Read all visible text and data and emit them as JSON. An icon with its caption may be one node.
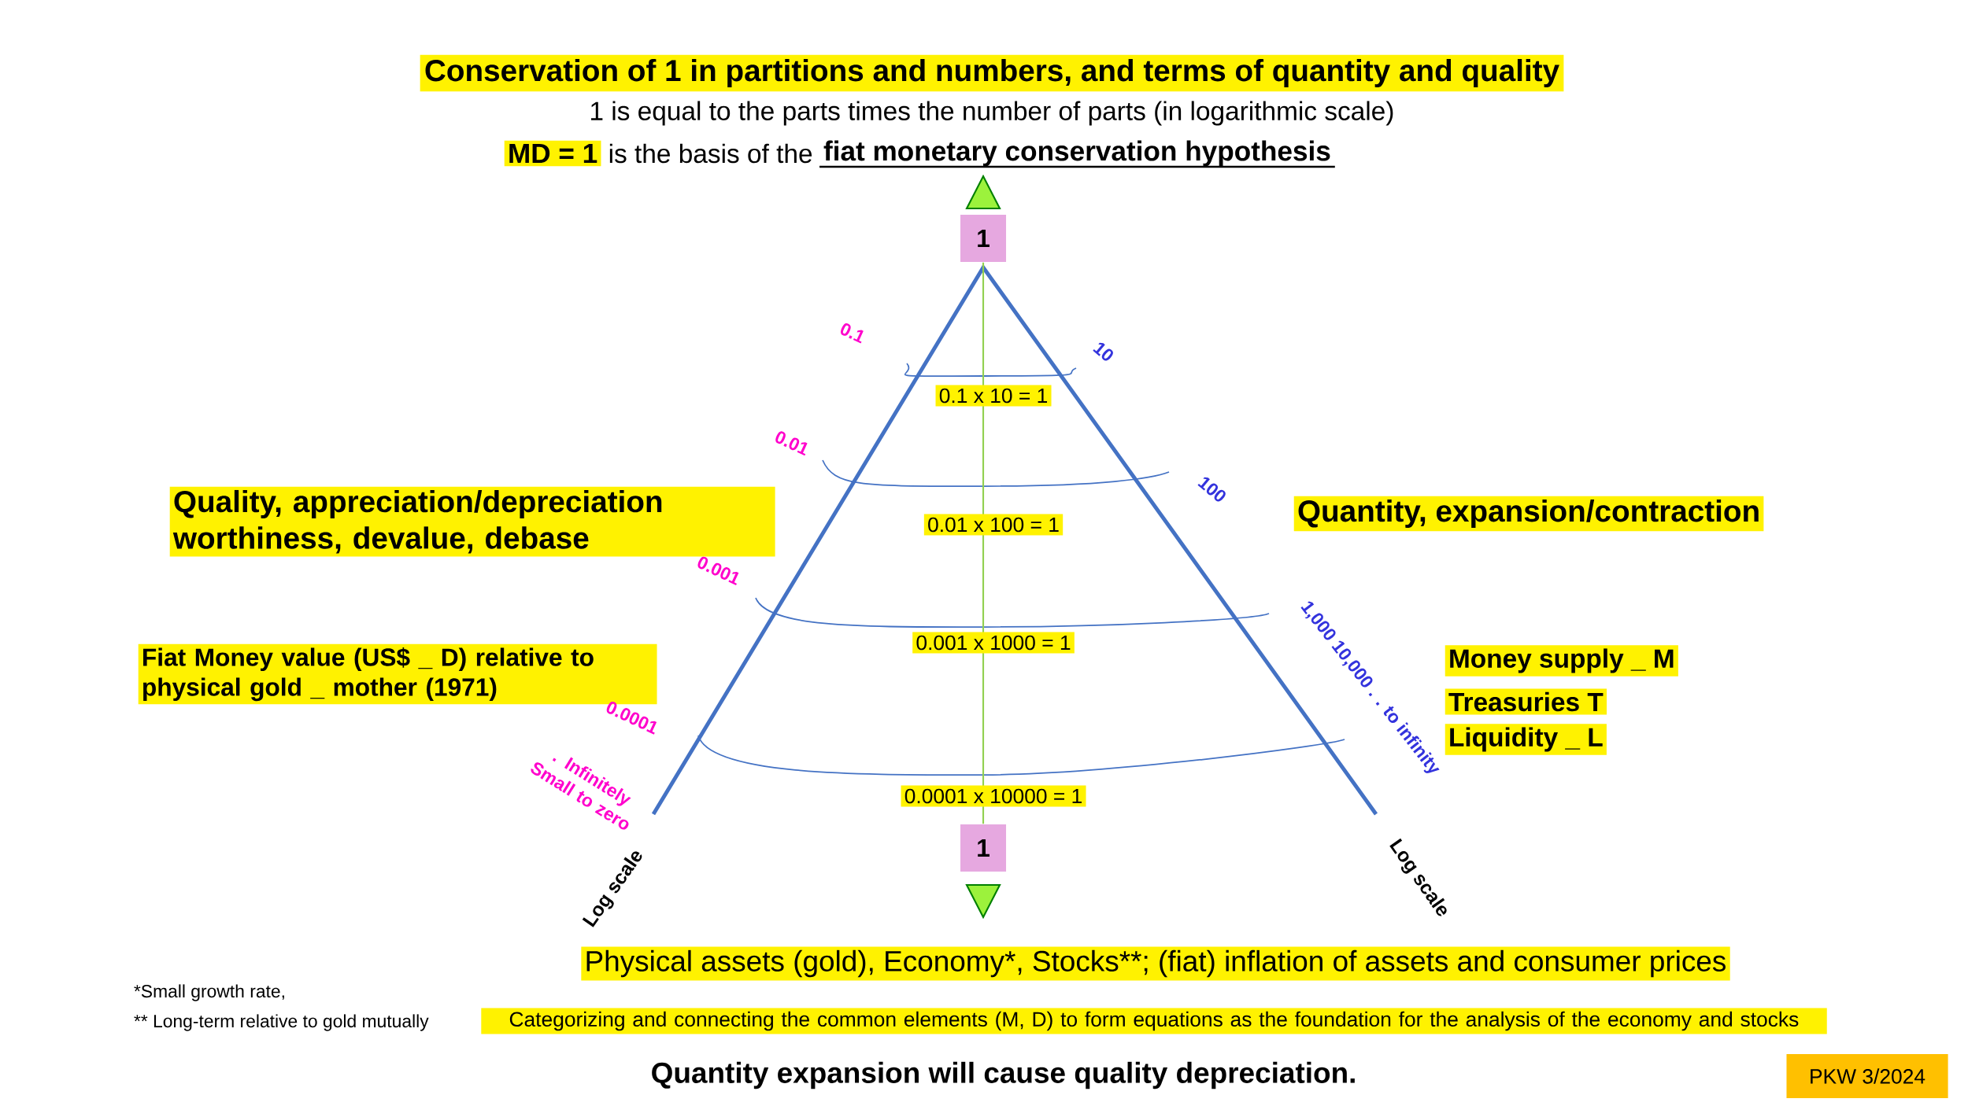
{
  "diagram": {
    "title": "Conservation of 1 in partitions and numbers, and terms of quantity and quality",
    "nodes": [
      {
        "text": [
          "1"
        ]
      },
      {
        "text": [
          "1"
        ]
      }
    ],
    "edges": [
      {
        "from": 0,
        "to": 1,
        "arrow": "none",
        "color": "#92d050"
      }
    ],
    "labels": [
      "1 is equal to the parts times the number of parts (in logarithmic scale)",
      "MD = 1",
      "is the basis of the",
      "fiat monetary conservation hypothesis",
      "0.1",
      "10",
      "0.1 x 10 = 1",
      "0.01",
      "100",
      "Quality, appreciation/depreciation worthiness, devalue, debase",
      "Quantity, expansion/contraction",
      "0.01 x 100 = 1",
      "0.001",
      "1,000 10,000 . . to infinity",
      "0.001 x 1000 = 1",
      "Fiat Money value (US$ _ D) relative to physical gold _ mother (1971)",
      "Money supply _ M",
      "Treasuries T",
      "Liquidity _ L",
      "0.0001",
      ". Infinitely Small to zero",
      "0.0001 x 10000 = 1",
      "Log scale",
      "Log scale",
      "Physical assets (gold), Economy*, Stocks**; (fiat) inflation of assets and consumer prices",
      "Categorizing and connecting the common elements (M, D) to form equations as the foundation for the analysis of the economy and stocks",
      "*Small growth rate,",
      "** Long-term relative to gold mutually",
      "Quantity expansion will cause quality depreciation.",
      "PKW 3/2024"
    ]
  }
}
